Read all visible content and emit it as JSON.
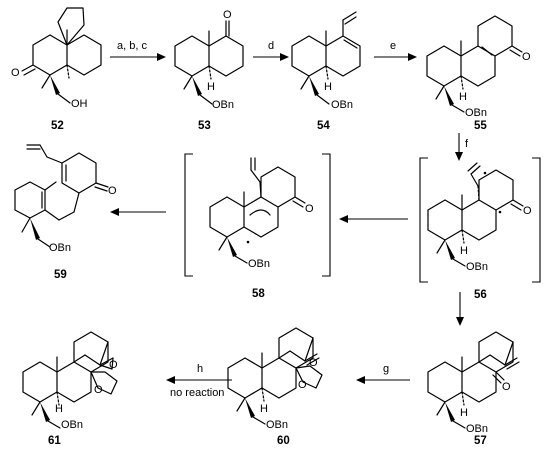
{
  "compounds": [
    {
      "id": "52",
      "substituents": [
        "O",
        "OH"
      ]
    },
    {
      "id": "53",
      "substituents": [
        "O",
        "H",
        "OBn"
      ]
    },
    {
      "id": "54",
      "substituents": [
        "H",
        "OBn"
      ]
    },
    {
      "id": "55",
      "substituents": [
        "O",
        "H",
        "OBn"
      ]
    },
    {
      "id": "56",
      "substituents": [
        "O",
        "H",
        "OBn"
      ]
    },
    {
      "id": "58",
      "substituents": [
        "O",
        "OBn"
      ]
    },
    {
      "id": "59",
      "substituents": [
        "O",
        "OBn"
      ]
    },
    {
      "id": "57",
      "substituents": [
        "O",
        "H",
        "OBn"
      ]
    },
    {
      "id": "60",
      "substituents": [
        "O",
        "O",
        "H",
        "OBn"
      ]
    },
    {
      "id": "61",
      "substituents": [
        "O",
        "O",
        "H",
        "OBn"
      ]
    }
  ],
  "reagents": {
    "step1": "a, b, c",
    "step2": "d",
    "step3": "e",
    "step4": "f",
    "step5": "g",
    "step6": "h",
    "step6_note": "no reaction"
  }
}
